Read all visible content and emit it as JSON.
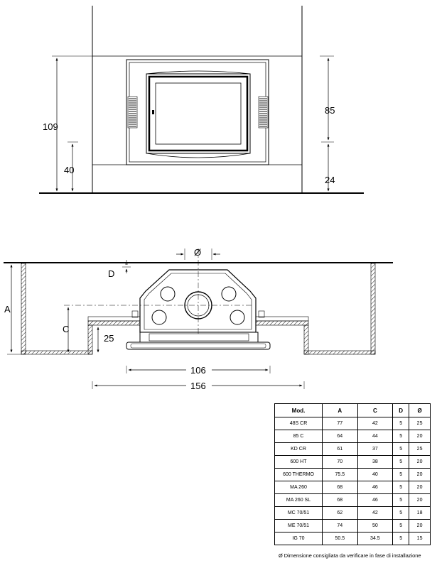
{
  "front_view": {
    "dim_total_height": "109",
    "dim_base_height": "40",
    "dim_glass_height": "85",
    "dim_lower_height": "24"
  },
  "plan_view": {
    "label_flue_diameter": "Ø",
    "label_d": "D",
    "label_a": "A",
    "label_c": "C",
    "dim_side_depth": "25",
    "dim_inner_width": "106",
    "dim_outer_width": "156"
  },
  "table": {
    "columns": [
      "Mod.",
      "A",
      "C",
      "D",
      "Ø"
    ],
    "rows": [
      [
        "48S CR",
        "77",
        "42",
        "5",
        "25"
      ],
      [
        "85 C",
        "64",
        "44",
        "5",
        "20"
      ],
      [
        "KD CR",
        "61",
        "37",
        "5",
        "25"
      ],
      [
        "600 HT",
        "70",
        "38",
        "5",
        "20"
      ],
      [
        "600 THERMO",
        "75.5",
        "40",
        "5",
        "20"
      ],
      [
        "MA 260",
        "68",
        "46",
        "5",
        "20"
      ],
      [
        "MA 260 SL",
        "68",
        "46",
        "5",
        "20"
      ],
      [
        "MC 70/51",
        "62",
        "42",
        "5",
        "18"
      ],
      [
        "ME 70/51",
        "74",
        "50",
        "5",
        "20"
      ],
      [
        "IG 70",
        "50.5",
        "34.5",
        "5",
        "15"
      ]
    ],
    "note": "Ø Dimensione consigliata da verificare in fase di installazione"
  }
}
